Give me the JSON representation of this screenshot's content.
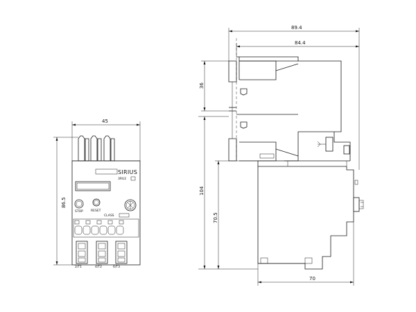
{
  "dimensions": {
    "front_width": "45",
    "front_height": "86.5",
    "side_total_width": "89.4",
    "side_body_width": "84.4",
    "side_upper_height": "36",
    "side_total_height": "104",
    "side_lower_height": "70.5",
    "side_base_width": "70"
  },
  "front_panel": {
    "brand": "SIRIUS",
    "model_code": "3RU2",
    "stop_label": "STOP",
    "reset_label": "RESET",
    "class_label": "CLASS",
    "terminal_labels": [
      "2/T1",
      "4/T2",
      "6/T3"
    ]
  }
}
